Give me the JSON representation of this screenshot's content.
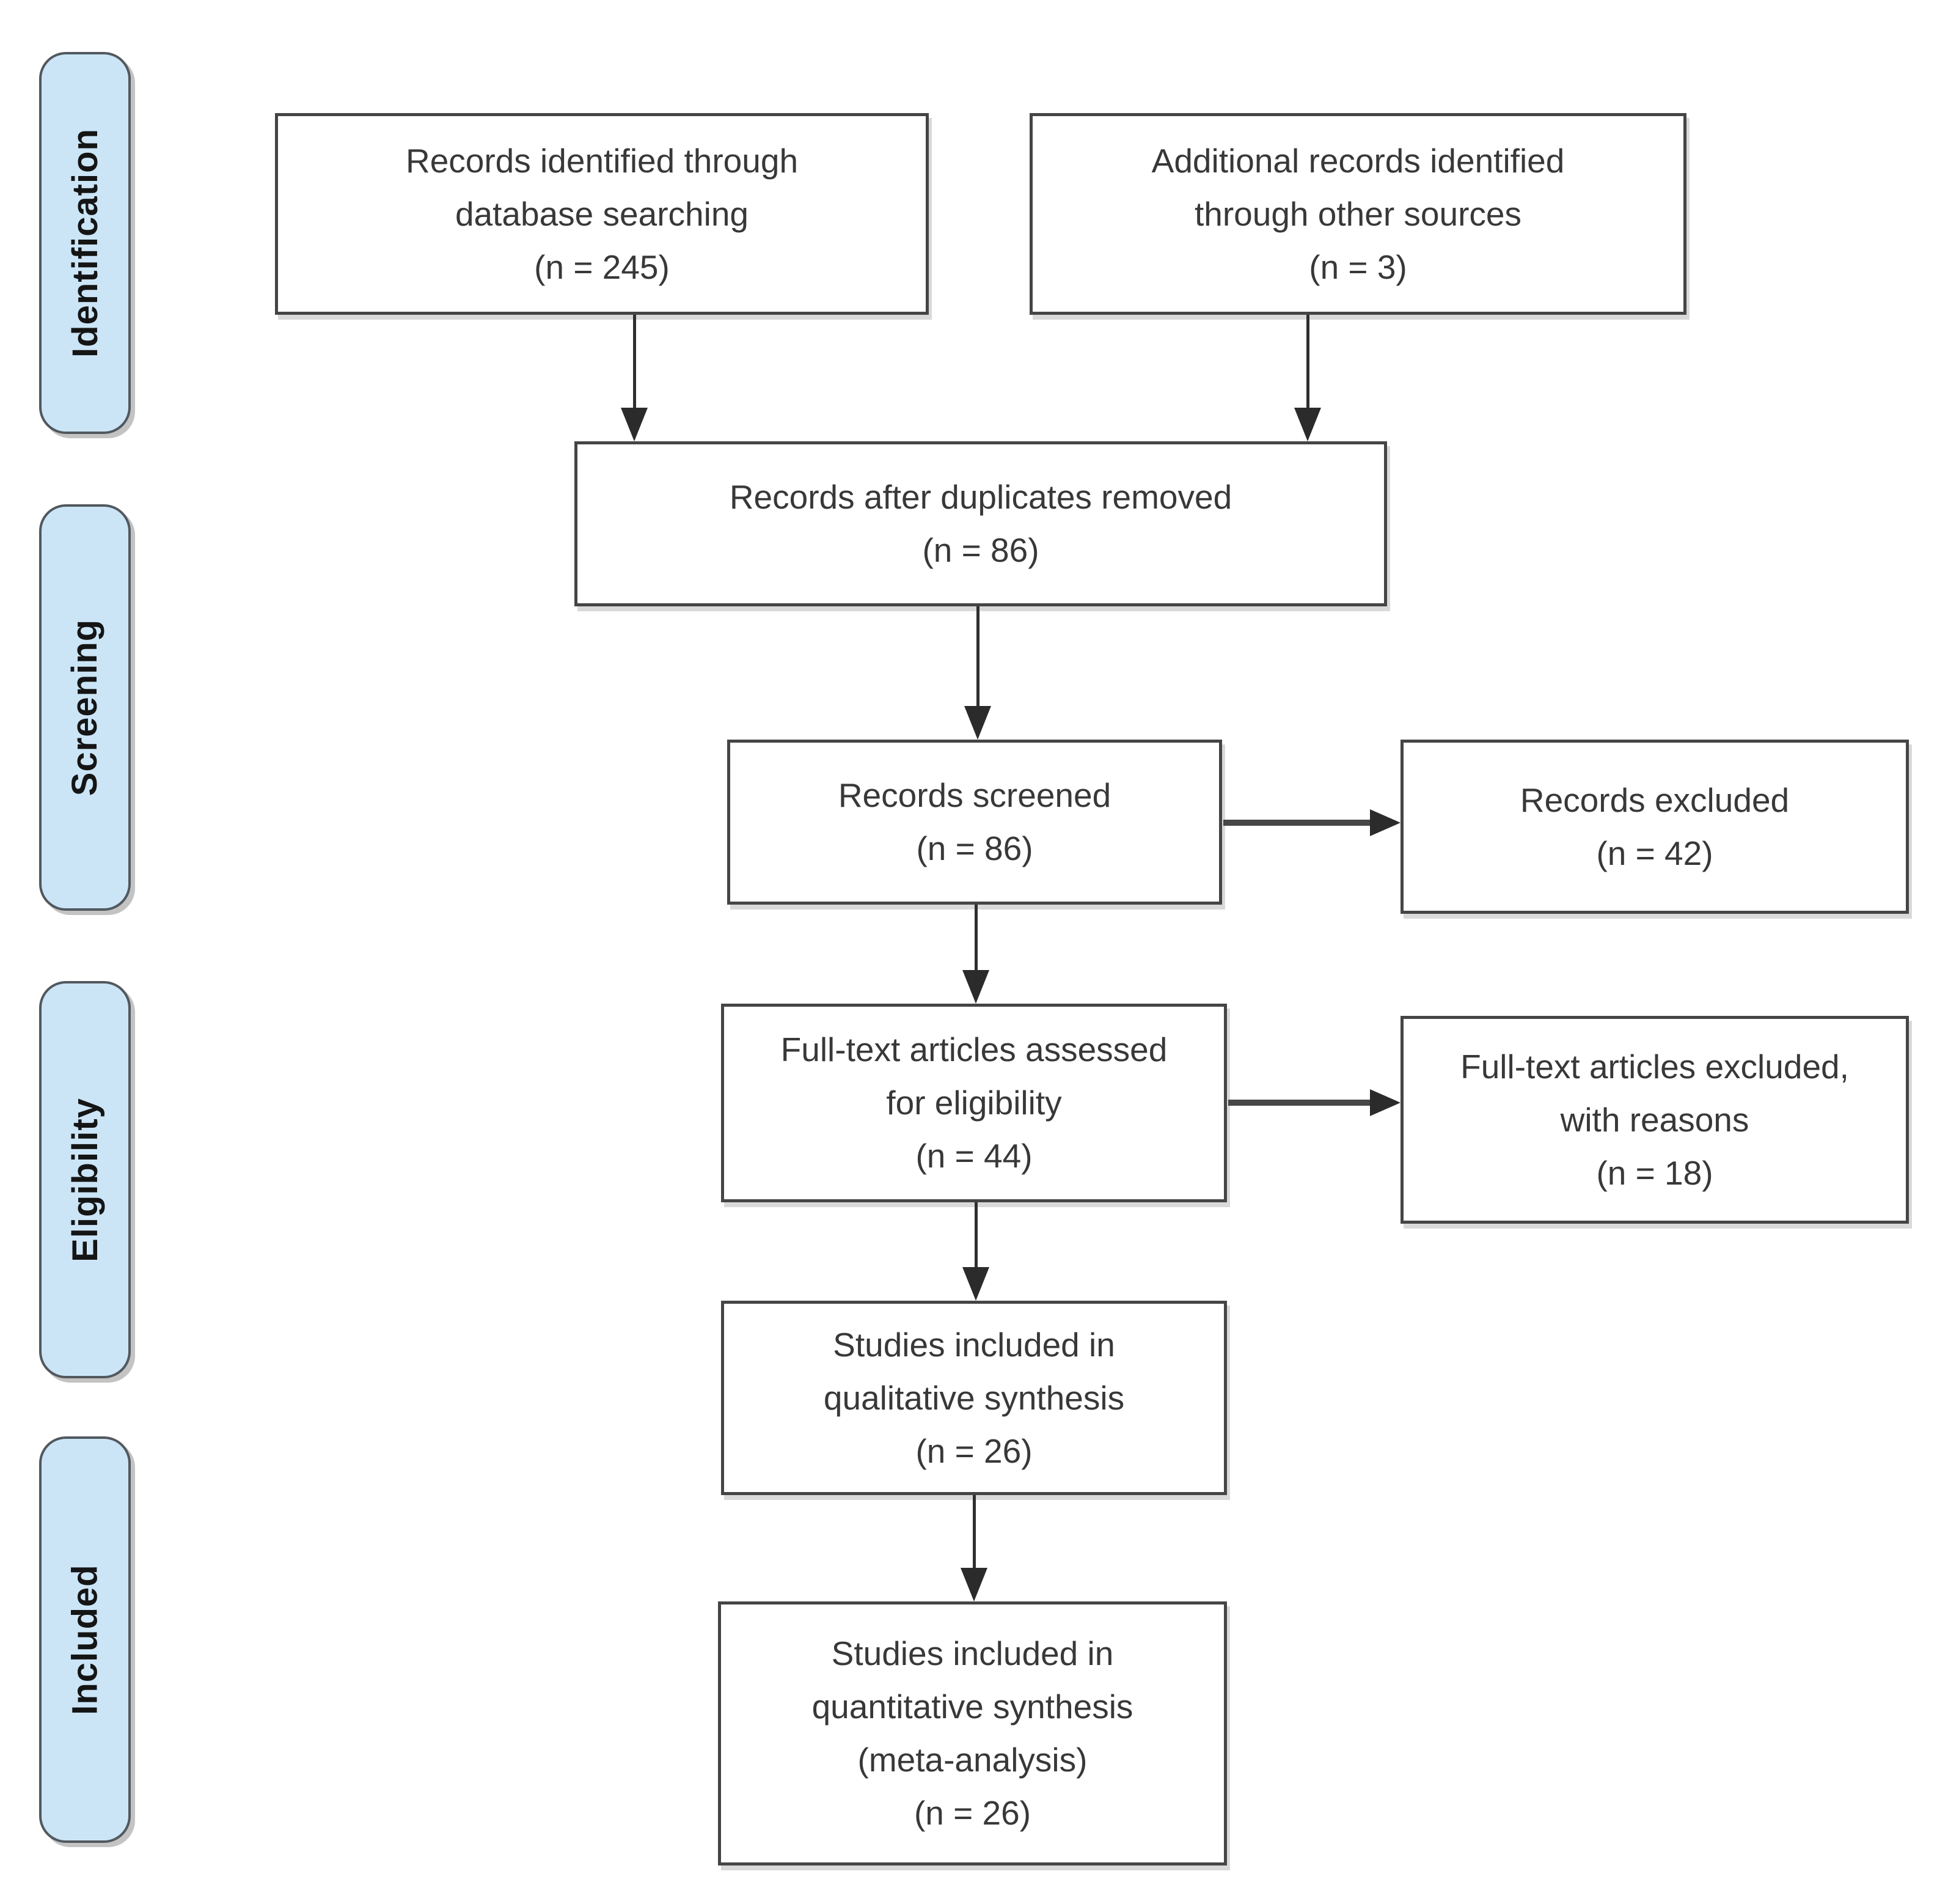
{
  "colors": {
    "stage_fill": "#cbe5f7",
    "stage_border": "#51585e",
    "box_border": "#454545",
    "box_shadow": "#d9d9d9",
    "arrow": "#2b2b2b",
    "text": "#383838"
  },
  "stages": [
    {
      "label": "Identification"
    },
    {
      "label": "Screening"
    },
    {
      "label": "Eligibility"
    },
    {
      "label": "Included"
    }
  ],
  "boxes": {
    "identified": {
      "lines": [
        "Records identified through",
        "database searching",
        "(n = 245)"
      ]
    },
    "additional": {
      "lines": [
        "Additional records identified",
        "through other sources",
        "(n = 3)"
      ]
    },
    "deduplicated": {
      "lines": [
        "Records after duplicates removed",
        "(n = 86)"
      ]
    },
    "screened": {
      "lines": [
        "Records screened",
        "(n = 86)"
      ]
    },
    "excluded": {
      "lines": [
        "Records excluded",
        "(n = 42)"
      ]
    },
    "fulltext_assessed": {
      "lines": [
        "Full-text articles assessed",
        "for eligibility",
        "(n = 44)"
      ]
    },
    "fulltext_excluded": {
      "lines": [
        "Full-text articles excluded,",
        "with reasons",
        "(n = 18)"
      ]
    },
    "qualitative": {
      "lines": [
        "Studies included in",
        "qualitative synthesis",
        "(n = 26)"
      ]
    },
    "quantitative": {
      "lines": [
        "Studies included in",
        "quantitative synthesis",
        "(meta-analysis)",
        "(n = 26)"
      ]
    }
  }
}
